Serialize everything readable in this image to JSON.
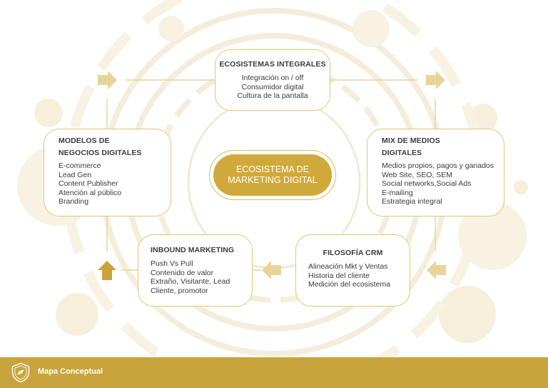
{
  "center": {
    "label": "ECOSISTEMA DE MARKETING DIGITAL",
    "lines": [
      "ECOSISTEMA DE",
      "MARKETING DIGITAL"
    ]
  },
  "nodes": {
    "ecosistemas": {
      "title": "ECOSISTEMAS INTEGRALES",
      "items": [
        "Integración on / off",
        "Consumidor digital",
        "Cultura de la pantalla"
      ]
    },
    "modelos": {
      "title_lines": [
        "MODELOS DE",
        "NEGOCIOS DIGITALES"
      ],
      "items": [
        "E-commerce",
        "Lead Gen",
        "Content Publisher",
        "Atención al público",
        "Branding"
      ]
    },
    "mix": {
      "title_lines": [
        "MIX DE MEDIOS",
        "DIGITALES"
      ],
      "items": [
        "Medios propios, pagos y ganados",
        "Web Site, SEO, SEM",
        "Social networks,Social Ads",
        "E-mailing",
        "Estrategia integral"
      ]
    },
    "inbound": {
      "title": "INBOUND MARKETING",
      "items": [
        "Push Vs Pull",
        "Contenido de valor",
        "Extraño, Visitante, Lead",
        "Cliente, promotor"
      ]
    },
    "crm": {
      "title": "FILOSOFÍA CRM",
      "items": [
        "Alineación Mkt y Ventas",
        "Historia del cliente",
        "Medición del ecosistema"
      ]
    }
  },
  "footer": {
    "label": "Mapa Conceptual"
  },
  "colors": {
    "accent": "#c9a43c",
    "center_fill": "#cfa93a",
    "border": "#e0c57a",
    "arrow": "#e8d49a",
    "arrow_solid": "#c9a43c",
    "text": "#3a3a3a",
    "watermark": "#f4ecd6"
  }
}
